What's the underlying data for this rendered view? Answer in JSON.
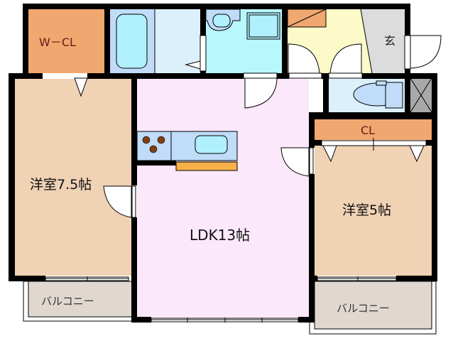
{
  "floor_plan": {
    "rooms": {
      "walk_in_closet": {
        "label": "W－CL"
      },
      "western_room_a": {
        "label": "洋室7.5帖",
        "size_jo": 7.5
      },
      "western_room_b": {
        "label": "洋室5帖",
        "size_jo": 5
      },
      "ldk": {
        "label": "LDK13帖",
        "size_jo": 13
      },
      "closet": {
        "label": "CL"
      },
      "entrance": {
        "label": "玄"
      },
      "balcony_left": {
        "label": "バルコニー"
      },
      "balcony_right": {
        "label": "バルコニー"
      }
    },
    "fixtures": [
      "bathtub",
      "washroom",
      "washbasin",
      "washing-machine-pan",
      "shoe-cabinet",
      "toilet",
      "pipe-space",
      "kitchen-stove",
      "kitchen-sink",
      "kitchen-counter"
    ],
    "colors": {
      "wall": "#000000",
      "western_room": "#f0d2b4",
      "closet": "#f0a870",
      "ldk": "#fbe8fb",
      "bath": "#c0dcf8",
      "tub": "#b0f0fc",
      "wash": "#dcf0fc",
      "washroom": "#b8f8fc",
      "hall": "#fcfac8",
      "entrance": "#dcdcdc",
      "balcony": "#e0d8d0",
      "pipe_space": "#a8a8a8",
      "counter": "#f8b048",
      "stove_burner": "#804010"
    }
  }
}
